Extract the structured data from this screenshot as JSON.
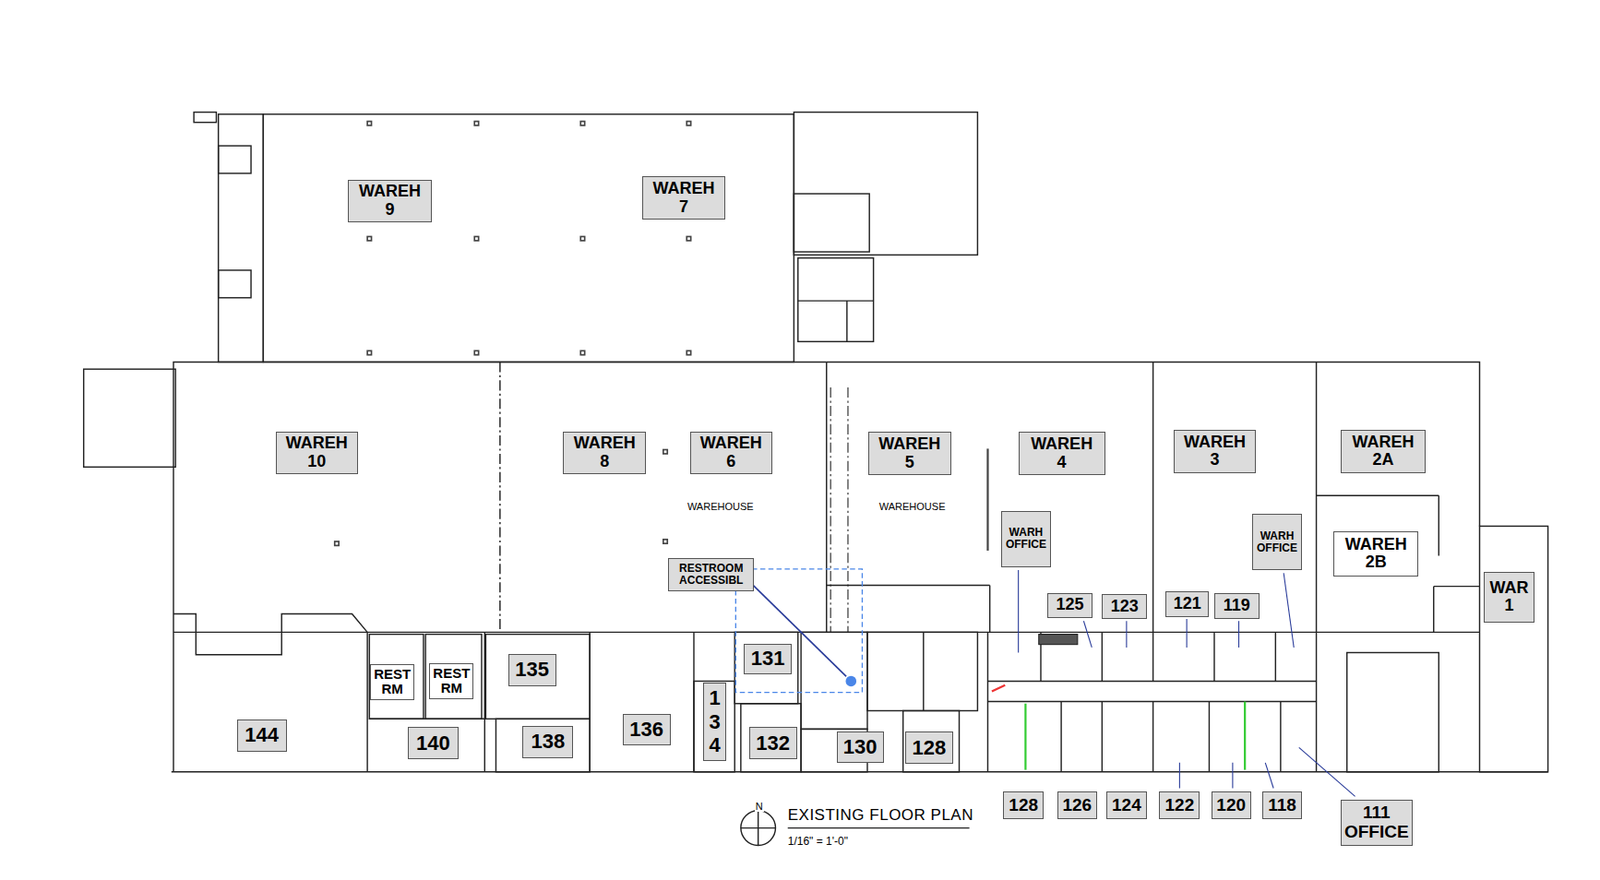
{
  "diagram": {
    "title": "EXISTING FLOOR PLAN",
    "nodes": [
      {
        "text": [
          "WAREH 9"
        ]
      },
      {
        "text": [
          "WAREH 7"
        ]
      },
      {
        "text": [
          "WAREH 10"
        ]
      },
      {
        "text": [
          "WAREH 8"
        ]
      },
      {
        "text": [
          "WAREH 6"
        ]
      },
      {
        "text": [
          "WAREH 5"
        ]
      },
      {
        "text": [
          "WAREH 4"
        ]
      },
      {
        "text": [
          "WAREH 3"
        ]
      },
      {
        "text": [
          "WAREH 2A"
        ]
      },
      {
        "text": [
          "WARH OFFICE"
        ]
      },
      {
        "text": [
          "WARH OFFICE"
        ]
      },
      {
        "text": [
          "WAREH 2B"
        ]
      },
      {
        "text": [
          "RESTROOM ACCESSIBL"
        ]
      },
      {
        "text": [
          "WAR 1"
        ]
      },
      {
        "text": [
          "125"
        ]
      },
      {
        "text": [
          "123"
        ]
      },
      {
        "text": [
          "121"
        ]
      },
      {
        "text": [
          "119"
        ]
      },
      {
        "text": [
          "135"
        ]
      },
      {
        "text": [
          "131"
        ]
      },
      {
        "text": [
          "REST RM"
        ]
      },
      {
        "text": [
          "REST RM"
        ]
      },
      {
        "text": [
          "134"
        ]
      },
      {
        "text": [
          "144"
        ]
      },
      {
        "text": [
          "140"
        ]
      },
      {
        "text": [
          "138"
        ]
      },
      {
        "text": [
          "136"
        ]
      },
      {
        "text": [
          "132"
        ]
      },
      {
        "text": [
          "130"
        ]
      },
      {
        "text": [
          "128"
        ]
      },
      {
        "text": [
          "128"
        ]
      },
      {
        "text": [
          "126"
        ]
      },
      {
        "text": [
          "124"
        ]
      },
      {
        "text": [
          "122"
        ]
      },
      {
        "text": [
          "120"
        ]
      },
      {
        "text": [
          "118"
        ]
      },
      {
        "text": [
          "111 OFFICE"
        ]
      }
    ],
    "labels": [
      "WAREHOUSE",
      "WAREHOUSE",
      "N",
      "1/16\" = 1'-0\""
    ]
  }
}
